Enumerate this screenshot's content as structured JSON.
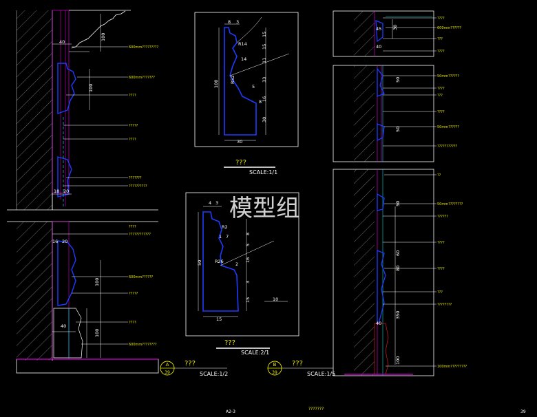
{
  "watermark": "模型组",
  "detail_2_1": {
    "title": "???",
    "scale": "SCALE:2/1",
    "dims": {
      "top_a": "4",
      "top_b": "3",
      "r_upper": "R2",
      "step": "1",
      "step2": "7",
      "r_lower": "R26",
      "small_2": "2",
      "width": "15",
      "height": "50",
      "v1": "8",
      "v2": "5",
      "v3": "16",
      "v4": "3",
      "v5": "15",
      "ref": "10"
    }
  },
  "detail_1_1": {
    "title": "???",
    "scale": "SCALE:1/1",
    "dims": {
      "top_a": "8",
      "top_b": "3",
      "r_upper": "R14",
      "k1": "14",
      "r_lower": "R52",
      "small_5": "5",
      "small_8": "8",
      "width": "30",
      "height": "100",
      "v1": "15",
      "v2": "15",
      "v3": "11",
      "v4": "33",
      "v5": "16",
      "v6": "30"
    }
  },
  "section_a": {
    "marker_letter": "A",
    "marker_sheet": "39",
    "title": "???",
    "scale": "SCALE:1/2",
    "dims": {
      "d40_top": "40",
      "d100_top": "100",
      "d100_mid": "100",
      "d18": "18",
      "d20": "20",
      "d16": "16",
      "d20b": "20",
      "d100_low": "100",
      "d40_low": "40",
      "d100_base": "100"
    },
    "notes_upper": [
      "600mm?????????",
      "600mm???????",
      "????",
      "?????",
      "????",
      "???????",
      "??????????"
    ],
    "notes_lower": [
      "????",
      "????????????",
      "600mm??????",
      "?????",
      "????",
      "600mm????????"
    ]
  },
  "section_b": {
    "marker_letter": "B",
    "marker_sheet": "39",
    "title": "???",
    "scale": "SCALE:1/5",
    "dims": {
      "d45": "45",
      "d30": "30",
      "d40": "40",
      "d50a": "50",
      "d50b": "50",
      "d50c": "50",
      "d60": "60",
      "d80": "80",
      "d350": "350",
      "d40b": "40",
      "d100": "100"
    },
    "notes": [
      "????",
      "600mm??????",
      "???",
      "????",
      "50mm??????",
      "????",
      "???",
      "????",
      "50mm??????",
      "???????????",
      "??",
      "50mm????????",
      "??????",
      "????",
      "????",
      "???",
      "????????",
      "100mm?????????"
    ]
  },
  "footer": {
    "sheet_code": "A2-3",
    "sheet_title": "???????",
    "page_no": "39"
  },
  "colors": {
    "yellow": "#e8e800",
    "magenta": "#d400d4",
    "blue": "#1e3cff",
    "cyan": "#00d8d8",
    "white": "#ffffff"
  }
}
